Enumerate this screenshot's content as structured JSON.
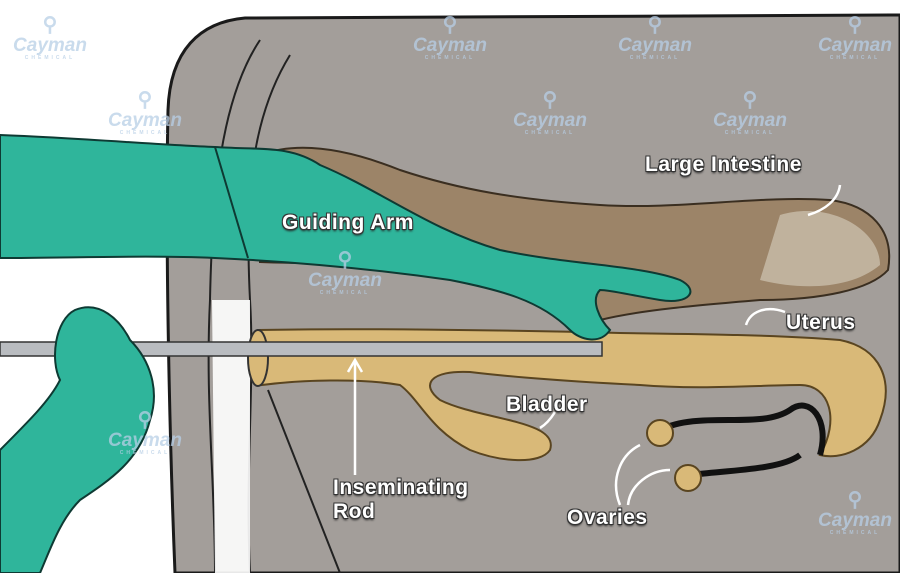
{
  "labels": {
    "large_intestine": "Large Intestine",
    "guiding_arm": "Guiding Arm",
    "uterus": "Uterus",
    "bladder": "Bladder",
    "inseminating": "Inseminating",
    "rod": "Rod",
    "ovaries": "Ovaries"
  },
  "watermark": {
    "brand": "Cayman",
    "sub": "CHEMICAL"
  },
  "colors": {
    "body": "#a39e9a",
    "glove": "#2fb59b",
    "uterus": "#d9b978",
    "intestine": "#9c8468"
  }
}
